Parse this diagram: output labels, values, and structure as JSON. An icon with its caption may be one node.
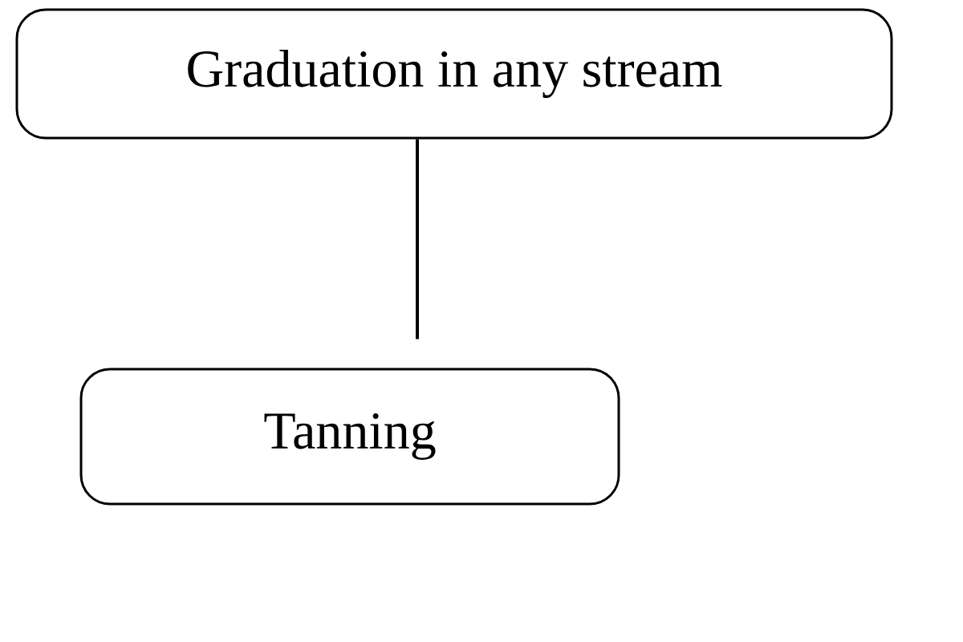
{
  "diagram": {
    "nodes": [
      {
        "text": [
          "Graduation in any stream"
        ]
      },
      {
        "text": [
          "Tanning"
        ]
      }
    ],
    "edges": [
      {
        "from": 0,
        "to": 1,
        "arrow": "none"
      }
    ]
  }
}
